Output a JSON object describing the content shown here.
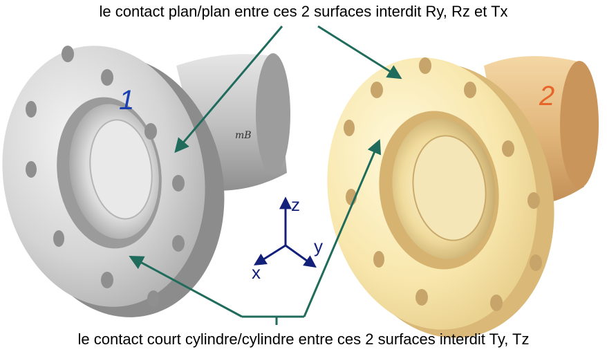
{
  "captions": {
    "top": "le contact plan/plan entre ces 2 surfaces interdit Ry, Rz et Tx",
    "bottom": "le contact court cylindre/cylindre entre ces 2 surfaces interdit Ty, Tz"
  },
  "parts": {
    "part1_label": "1",
    "part2_label": "2",
    "signature": "mB"
  },
  "axes": {
    "z": "z",
    "y": "y",
    "x": "x"
  },
  "colors": {
    "arrow": "#1f6b5c",
    "part1": "#cfcfcf",
    "part2": "#f6e7b0",
    "label1": "#1a3fb0",
    "label2": "#e8652a",
    "axis": "#13207a"
  }
}
